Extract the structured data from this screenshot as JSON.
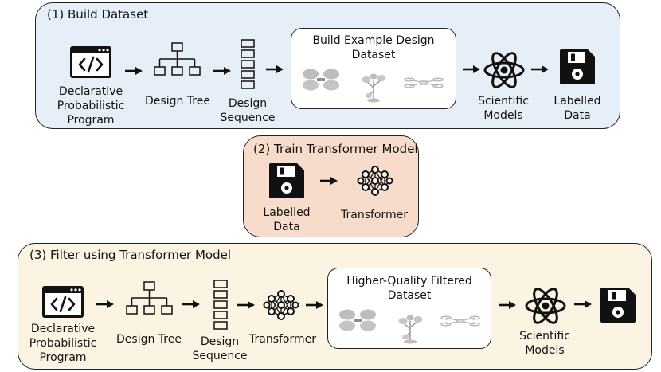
{
  "panel1": {
    "title": "(1) Build Dataset",
    "program_label": [
      "Declarative",
      "Probabilistic",
      "Program"
    ],
    "tree_label": [
      "Design Tree"
    ],
    "sequence_label": [
      "Design",
      "Sequence"
    ],
    "dataset_box_title": [
      "Build Example Design",
      "Dataset"
    ],
    "models_label": [
      "Scientific",
      "Models"
    ],
    "data_label": [
      "Labelled",
      "Data"
    ]
  },
  "panel2": {
    "title": "(2) Train Transformer Model",
    "data_label": [
      "Labelled",
      "Data"
    ],
    "transformer_label": [
      "Transformer"
    ]
  },
  "panel3": {
    "title": "(3) Filter using Transformer Model",
    "program_label": [
      "Declarative",
      "Probabilistic",
      "Program"
    ],
    "tree_label": [
      "Design Tree"
    ],
    "sequence_label": [
      "Design",
      "Sequence"
    ],
    "transformer_label": [
      "Transformer"
    ],
    "dataset_box_title": [
      "Higher-Quality Filtered",
      "Dataset"
    ],
    "models_label": [
      "Scientific",
      "Models"
    ]
  },
  "colors": {
    "panel1_fill": "#e6eef8",
    "panel2_fill": "#f8dccb",
    "panel3_fill": "#fbf4e3",
    "stroke": "#111111",
    "render_gray": "#b8b8b8"
  },
  "icons": [
    "code-window-icon",
    "design-tree-icon",
    "sequence-icon",
    "atom-icon",
    "floppy-disk-icon",
    "neural-network-icon",
    "arrow-icon"
  ]
}
